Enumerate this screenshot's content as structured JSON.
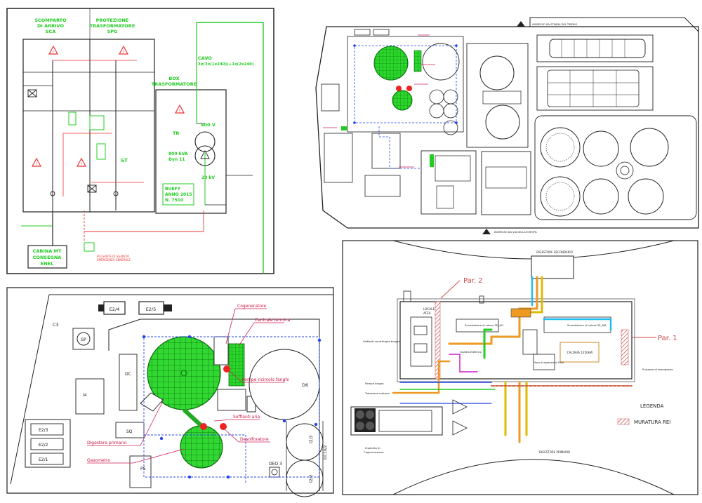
{
  "electrical": {
    "title_arrival_1": "SCOMPARTO",
    "title_arrival_2": "DI ARRIVO",
    "title_arrival_3": "SCA",
    "title_protection_1": "PROTEZIONE",
    "title_protection_2": "TRASFORMATORE",
    "title_protection_3": "SPG",
    "box_1": "BOX",
    "box_2": "TRASFORMATORE",
    "cable_1": "CAVO",
    "cable_2": "3x(3x(1x240))+1x(2x240)",
    "voltage_400": "400 V",
    "tr": "TR",
    "power": "800 kVA",
    "dyn": "Dyn 11",
    "kv20": "20 kV",
    "st": "ST",
    "meta_1": "BUEFY",
    "meta_2": "ANNO 2015",
    "meta_3": "N. 7510",
    "cabin_1": "CABINA MT",
    "cabin_2": "CONSEGNA",
    "cabin_3": "ENEL",
    "emergency_1": "PULSANTE DI SGANCIO",
    "emergency_2": "EMERGENZA GENERALE"
  },
  "site_plan": {
    "road_top": "INGRESSO DA STRADA DEL TIBERIO",
    "road_bottom": "INGRESSO DA VIA DELLA EUROPA"
  },
  "detail_plan": {
    "labels": {
      "cogeneratore": "Cogeneratore",
      "centrale_termica": "Centrale termica",
      "pompe": "Pompe ricircolo fanghi",
      "soffianti": "Soffianti aria",
      "desolforatore": "Desolforatore",
      "digestore_primario": "Digestore primario",
      "gasometro": "Gasometro"
    },
    "tags": {
      "c3": "C3",
      "e24": "E2/4",
      "e25": "E2/5",
      "sp": "SP",
      "dc": "DC",
      "i4": "I4",
      "sq": "SQ",
      "e23": "E2/3",
      "e22": "E2/2",
      "e21": "E2/1",
      "ps": "PS",
      "d6": "D6",
      "i23": "I2/3",
      "i22": "I2/2",
      "dc102": "DC10/2",
      "deo3": "DEO 3"
    }
  },
  "boiler_plan": {
    "secondary": "DIGESTORE SECONDARIO",
    "primary": "DIGESTORE PRIMARIO",
    "par2": "Par. 2",
    "par1": "Par. 1",
    "locale_1": "LOCALE",
    "locale_2": "ATEX",
    "soffianti": "Soffianti centrifughe biogas",
    "scambiatore_1": "Scambiatore di calore SE_6/1",
    "scambiatore_2": "Scambiatore di calore SE_6/8",
    "quadro": "Quadro Elettrico",
    "caldaia": "CALDAIA 1250kW",
    "vaso": "Vaso di espansione 500lt",
    "pompe_biogas": "Pompe biogas",
    "pulsante": "Pulsante di emergenza",
    "tubazione": "Tubazione metano",
    "impianto_1": "Impianto di",
    "impianto_2": "Cogenerazione",
    "legend_title": "LEGENDA",
    "legend_item": "MURATURA REI"
  },
  "colors": {
    "green": "#22cc22",
    "red": "#ee2222",
    "cyan": "#22bbee",
    "orange": "#ee9922",
    "yellow": "#ddbb00",
    "magenta": "#cc22cc",
    "blue": "#2244ee"
  }
}
